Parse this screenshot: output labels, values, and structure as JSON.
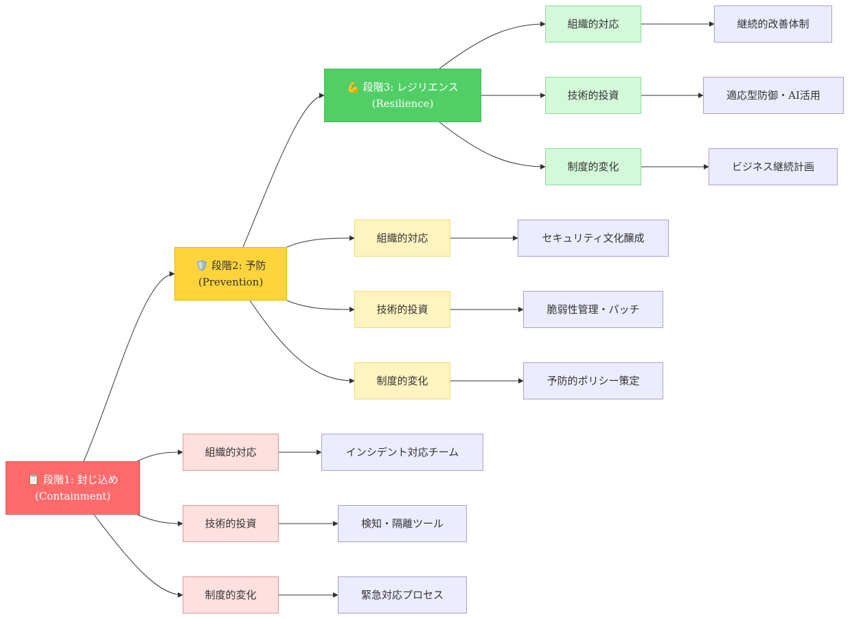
{
  "stages": {
    "stage1": {
      "line1": "📋 段階1: 封じ込め",
      "line2": "(Containment)"
    },
    "stage2": {
      "line1": "🛡️ 段階2: 予防",
      "line2": "(Prevention)"
    },
    "stage3": {
      "line1": "💪 段階3: レジリエンス",
      "line2": "(Resilience)"
    }
  },
  "stage1_items": {
    "org": "組織的対応",
    "tech": "技術的投資",
    "inst": "制度的変化",
    "org_result": "インシデント対応チーム",
    "tech_result": "検知・隔離ツール",
    "inst_result": "緊急対応プロセス"
  },
  "stage2_items": {
    "org": "組織的対応",
    "tech": "技術的投資",
    "inst": "制度的変化",
    "org_result": "セキュリティ文化醸成",
    "tech_result": "脆弱性管理・パッチ",
    "inst_result": "予防的ポリシー策定"
  },
  "stage3_items": {
    "org": "組織的対応",
    "tech": "技術的投資",
    "inst": "制度的変化",
    "org_result": "継続的改善体制",
    "tech_result": "適応型防御・AI活用",
    "inst_result": "ビジネス継続計画"
  },
  "colors": {
    "stage1": "#ff6b6b",
    "stage2": "#ffd43b",
    "stage3": "#51cf66",
    "stage1_child": "#ffe0e0",
    "stage2_child": "#fff3bf",
    "stage3_child": "#d3f9d8",
    "result": "#ececff",
    "edge": "#333333"
  }
}
